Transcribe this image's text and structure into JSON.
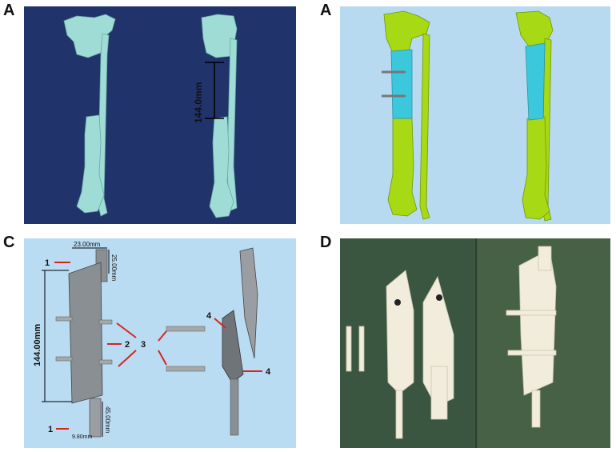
{
  "figure": {
    "panels": [
      {
        "id": "A",
        "label": "A",
        "background": "#21336b"
      },
      {
        "id": "A2",
        "label": "A",
        "background": "#b8daf0"
      },
      {
        "id": "C",
        "label": "C",
        "background": "#b9dcf3"
      },
      {
        "id": "D",
        "label": "D",
        "background": "#3d5a41"
      }
    ],
    "colors": {
      "bone_cyan_gray": "#9fdcd6",
      "bone_green": "#a8d915",
      "implant_cyan": "#3cc8dc",
      "guide_gray": "#8a8f93",
      "arrow_red": "#d9241c",
      "print_white": "#f1ecdc"
    }
  },
  "panelA1": {
    "defect_length": "144.0mm"
  },
  "panelC": {
    "dims": {
      "top_width": "23.00mm",
      "top_height": "25.00mm",
      "total_length": "144.00mm",
      "bottom_length": "45.00mm",
      "bottom_width": "9.80mm"
    },
    "callouts": [
      "1",
      "2",
      "3",
      "4",
      "1",
      "4"
    ]
  }
}
